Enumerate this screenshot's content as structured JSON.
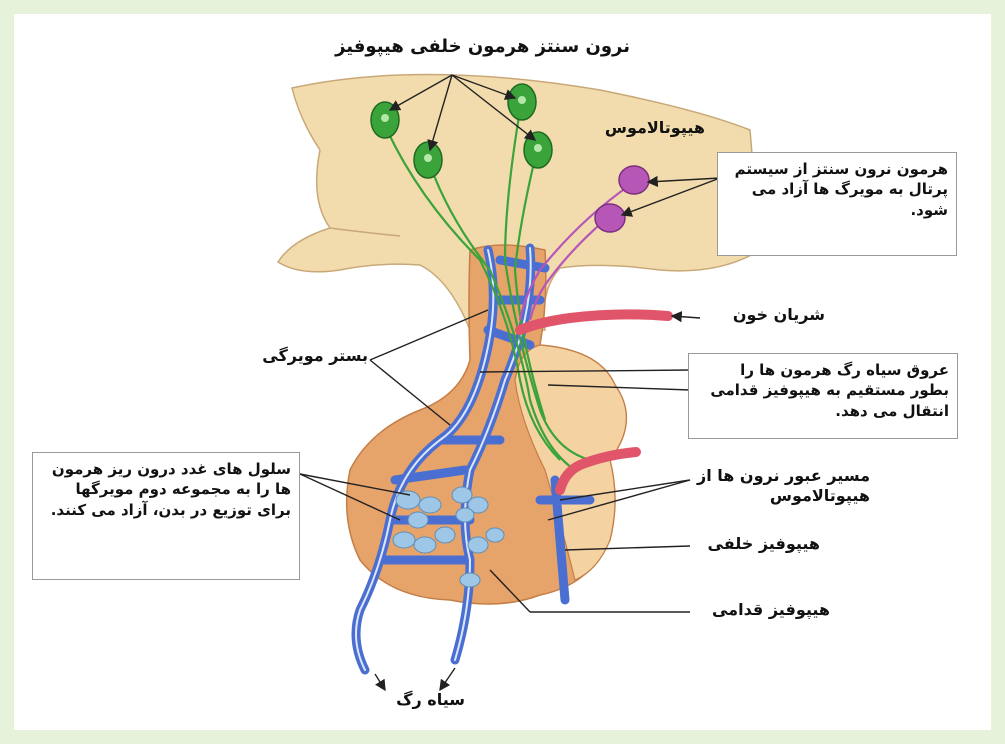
{
  "diagram": {
    "labels": {
      "neuron_synth": "نرون سنتز هرمون خلفی هیپوفیز",
      "hypothalamus": "هیپوتالاموس",
      "artery": "شریان خون",
      "capillary_bed": "بستر مویرگی",
      "axon_path": "مسیر عبور نرون ها از هیپوتالاموس",
      "posterior_pituitary": "هیپوفیز خلفی",
      "anterior_pituitary": "هیپوفیز قدامی",
      "vein": "سیاه رگ"
    },
    "boxes": {
      "portal_release": "هرمون نرون سنتز از سیستم پرتال به مویرگ ها آزاد می شود.",
      "portal_veins": "عروق سیاه رگ هرمون ها را بطور مستقیم به هیپوفیز قدامی انتقال می دهد.",
      "endocrine_cells": "سلول های غدد درون ریز هرمون ها را به مجموعه دوم مویرگها برای توزیع در بدن، آزاد می کنند."
    },
    "colors": {
      "tissue": "#f2dcae",
      "pituitary": "#e6a36a",
      "neuron_green": "#3aa33a",
      "neuron_purple": "#b657b8",
      "vein_blue": "#4a6fd1",
      "artery_red": "#e0556a",
      "cell_blue": "#9ec6e6"
    }
  }
}
